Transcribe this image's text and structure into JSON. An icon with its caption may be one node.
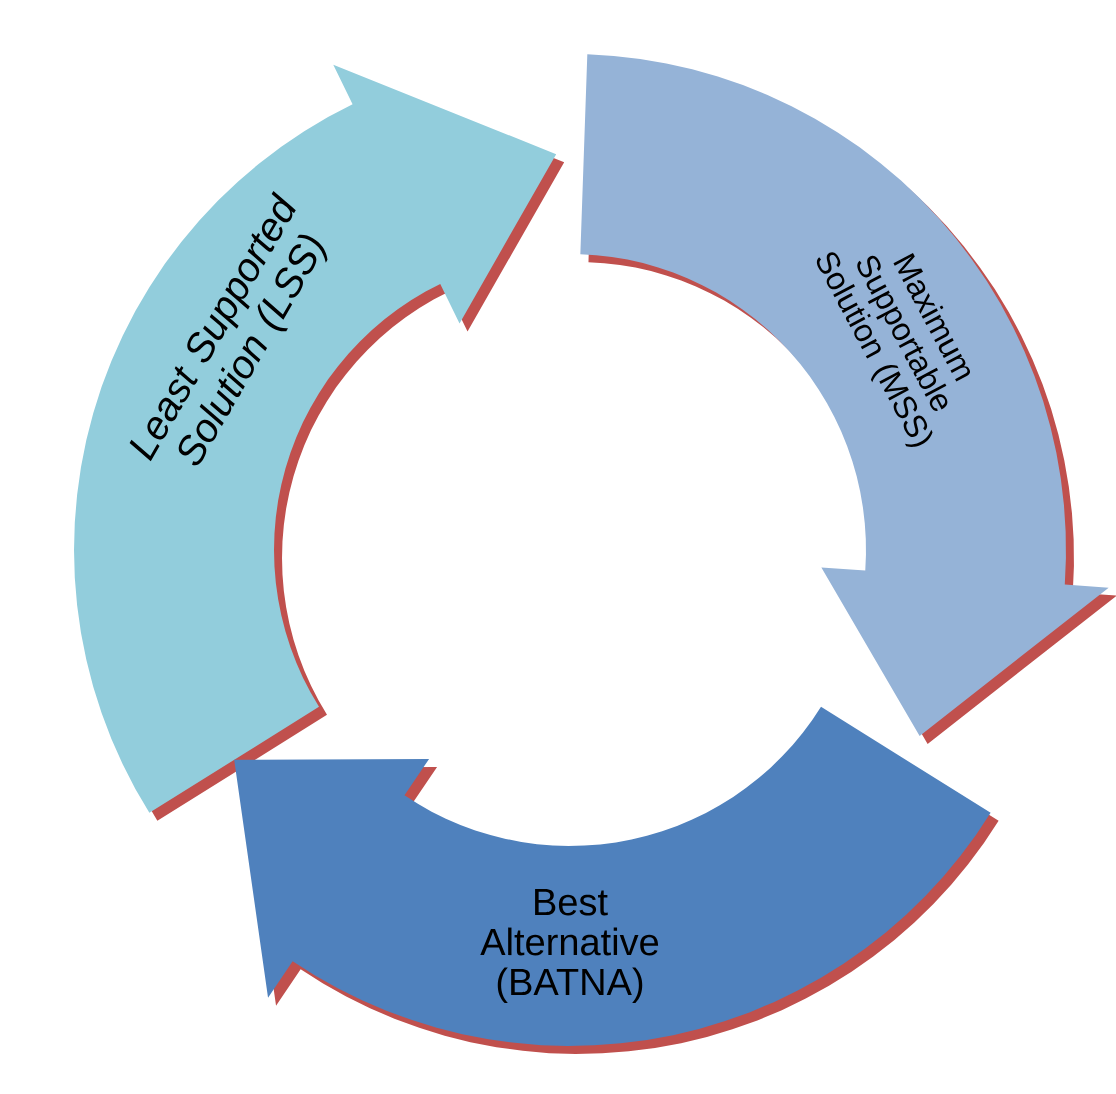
{
  "diagram": {
    "nodes": [
      {
        "text": [
          "Least Supported Solution (LSS)"
        ]
      },
      {
        "text": [
          "Maximum Supportable Solution (MSS)"
        ]
      },
      {
        "text": [
          "Best Alternative (BATNA)"
        ]
      }
    ]
  }
}
